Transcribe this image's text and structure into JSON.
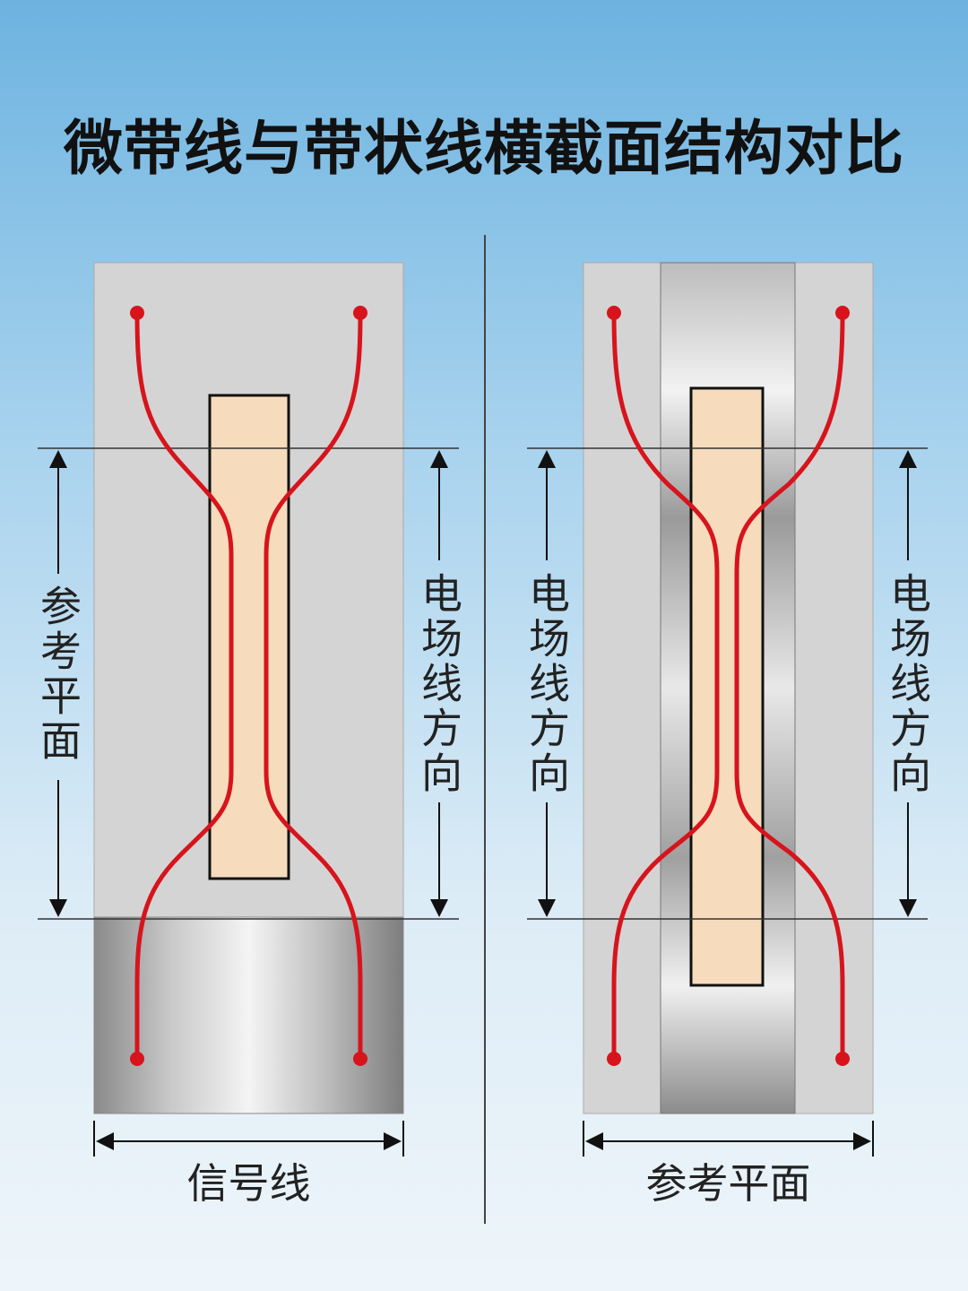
{
  "title": "微带线与带状线横截面结构对比",
  "microstrip": {
    "left_label": "参考平面",
    "right_label": "电场线方向",
    "bottom_label": "信号线"
  },
  "stripline": {
    "left_label": "电场线方向",
    "right_label": "电场线方向",
    "bottom_label": "参考平面"
  },
  "colors": {
    "field_line": "#d7141c",
    "signal_trace": "#f6dcbc",
    "dielectric": "#d3d3d3"
  }
}
